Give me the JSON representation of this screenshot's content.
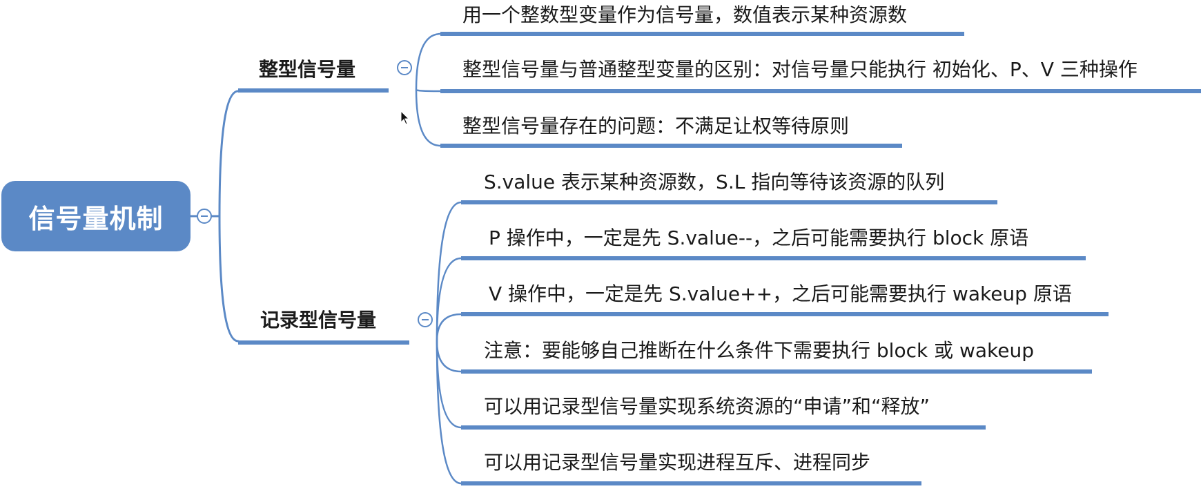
{
  "mindmap": {
    "root": {
      "label": "信号量机制"
    },
    "branches": [
      {
        "label": "整型信号量",
        "children": [
          {
            "label": "用一个整数型变量作为信号量，数值表示某种资源数"
          },
          {
            "label": "整型信号量与普通整型变量的区别：对信号量只能执行 初始化、P、V 三种操作"
          },
          {
            "label": "整型信号量存在的问题：不满足让权等待原则"
          }
        ]
      },
      {
        "label": "记录型信号量",
        "children": [
          {
            "label": "S.value 表示某种资源数，S.L 指向等待该资源的队列"
          },
          {
            "label": "P 操作中，一定是先 S.value--，之后可能需要执行 block 原语"
          },
          {
            "label": "V 操作中，一定是先 S.value++，之后可能需要执行 wakeup 原语"
          },
          {
            "label": "注意：要能够自己推断在什么条件下需要执行 block 或 wakeup"
          },
          {
            "label": "可以用记录型信号量实现系统资源的“申请”和“释放”"
          },
          {
            "label": "可以用记录型信号量实现进程互斥、进程同步"
          }
        ]
      }
    ]
  },
  "colors": {
    "line": "#5b89c6",
    "root_fill": "#5b89c6",
    "text": "#1a1a1a"
  }
}
